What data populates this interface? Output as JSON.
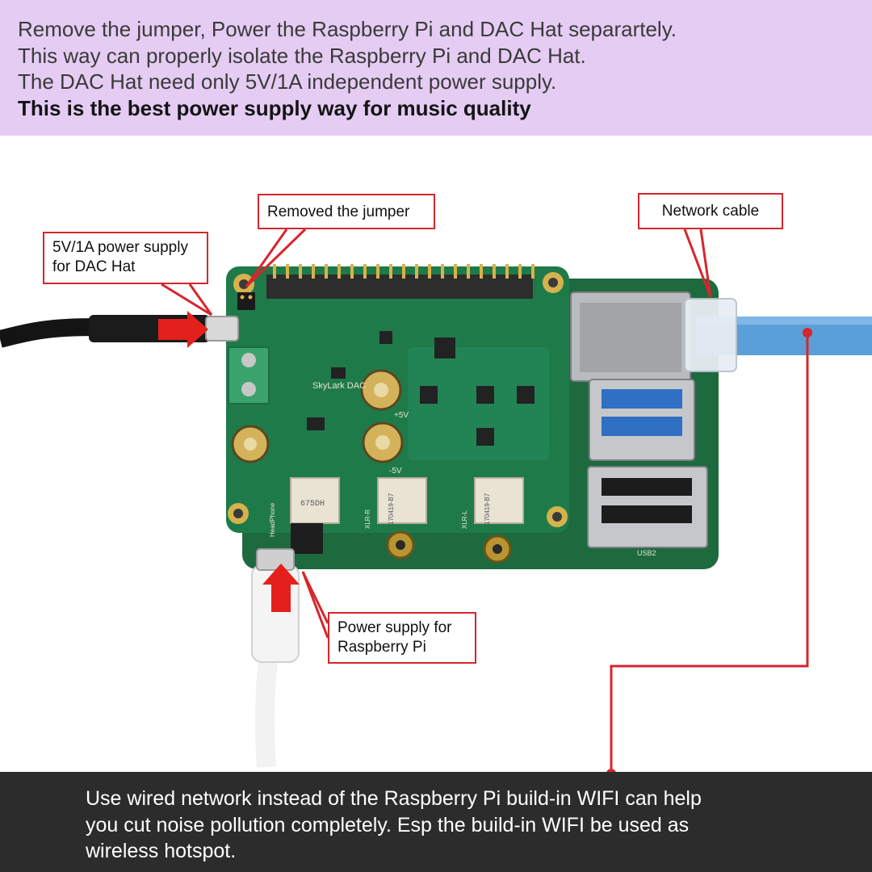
{
  "header": {
    "line1": "Remove the jumper, Power the Raspberry Pi and DAC Hat separartely.",
    "line2": "This way can properly isolate the Raspberry Pi and DAC Hat.",
    "line3": "The DAC Hat need only 5V/1A independent power supply.",
    "line4_bold": "This is the best power supply way for music quality"
  },
  "callouts": {
    "jumper": "Removed the jumper",
    "network": "Network cable",
    "dac_power_line1": "5V/1A power supply",
    "dac_power_line2": "for DAC Hat",
    "pi_power_line1": "Power supply for",
    "pi_power_line2": "Raspberry Pi"
  },
  "board": {
    "brand": "SkyLark DAC",
    "plus_rail": "+5V",
    "minus_rail": "-5V",
    "headphone_label": "HeadPhone",
    "xlr_right": "XLR-R",
    "xlr_left": "XLR-L",
    "relay_code1": "170419-B7",
    "relay_code2": "170419-B7",
    "chip_code": "675DH",
    "usb_label": "USB2"
  },
  "footer": {
    "line1": "Use wired network instead of the Raspberry Pi build-in WIFI can help",
    "line2": "you cut noise pollution completely. Esp the build-in WIFI be used as",
    "line3": "wireless hotspot."
  },
  "colors": {
    "header_band": "#e5ccf3",
    "footer_band": "#2c2c2c",
    "callout_border": "#d6262c",
    "arrow_red": "#e3201b",
    "pcb_green": "#1f7a4a",
    "cable_blue": "#5b9fd8"
  }
}
